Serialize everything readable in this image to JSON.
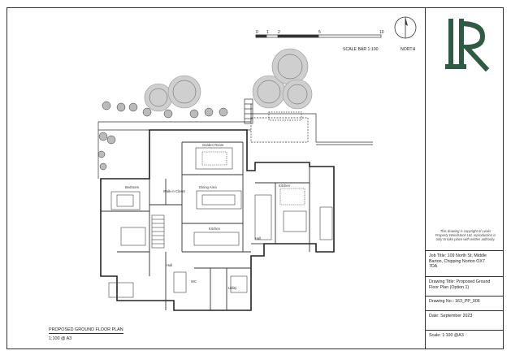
{
  "drawing": {
    "scale_bar": {
      "ticks": [
        "0",
        "1",
        "2",
        "5",
        "10"
      ],
      "label": "SCALE BAR 1:100"
    },
    "north_label": "NORTH",
    "plan_title": "PROPOSED GROUND FLOOR PLAN",
    "plan_scale": "1:100 @ A3",
    "rooms": {
      "garden_room": "Garden Room",
      "bedroom": "Bedroom",
      "walk_in_closet": "Walk-in Closet",
      "dining_area": "Dining Area",
      "kitchen": "Kitchen",
      "kitchen2": "Kitchen",
      "hall": "Hall",
      "hall2": "Hall",
      "utility": "Utility",
      "wc": "WC"
    }
  },
  "title_block": {
    "logo_text": "LR",
    "copyright": "This drawing is copyright of Lewis Property Woodstock Ltd, reproduction is only to take place with written authority.",
    "job_title_line1": "Job Title:  109 North St, Middle",
    "job_title_line2": "Barton, Chipping Norton OX7",
    "job_title_line3": "7DA",
    "drawing_title_line1": "Drawing Title: Proposed Ground",
    "drawing_title_line2": "Floor Plan (Option 1)",
    "drawing_no": "Drawing No.: 163_PP_006",
    "date": "Date: September 2023",
    "scale": "Scale:  1:100 @A3"
  },
  "colors": {
    "logo": "#2f5a45",
    "tree_fill": "#cfcfcf",
    "line": "#333333"
  }
}
